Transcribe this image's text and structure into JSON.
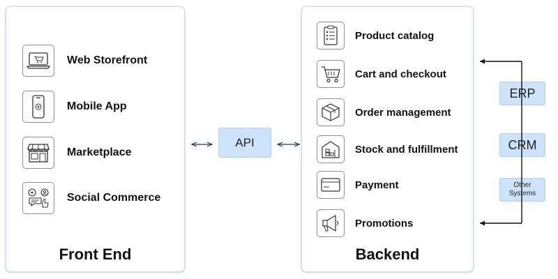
{
  "frontend": {
    "title": "Front End",
    "items": [
      {
        "label": "Web Storefront",
        "icon": "laptop-cart-icon"
      },
      {
        "label": "Mobile App",
        "icon": "smartphone-icon"
      },
      {
        "label": "Marketplace",
        "icon": "storefront-icon"
      },
      {
        "label": "Social Commerce",
        "icon": "social-chat-icon"
      }
    ]
  },
  "api": {
    "label": "API"
  },
  "backend": {
    "title": "Backend",
    "items": [
      {
        "label": "Product catalog",
        "icon": "checklist-icon"
      },
      {
        "label": "Cart and checkout",
        "icon": "cart-icon"
      },
      {
        "label": "Order management",
        "icon": "package-box-icon"
      },
      {
        "label": "Stock and fulfillment",
        "icon": "warehouse-icon"
      },
      {
        "label": "Payment",
        "icon": "credit-card-icon"
      },
      {
        "label": "Promotions",
        "icon": "megaphone-icon"
      }
    ]
  },
  "external": {
    "erp": "ERP",
    "crm": "CRM",
    "other": "Other Systems"
  },
  "colors": {
    "box_fill": "#cfe2fb",
    "arrow": "#1f3a68",
    "connector": "#111111"
  }
}
